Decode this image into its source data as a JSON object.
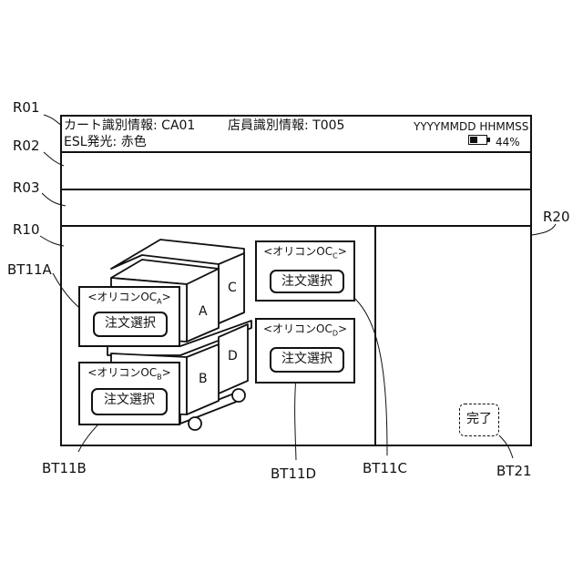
{
  "header": {
    "cart_id_label": "カート識別情報",
    "cart_id_value": "CA01",
    "staff_id_label": "店員識別情報",
    "staff_id_value": "T005",
    "datetime": "YYYYMMDD HHMMSS",
    "esl_label": "ESL発光",
    "esl_value": "赤色",
    "battery_percent_text": "44%",
    "battery_level": 0.44
  },
  "containers": [
    {
      "key": "A",
      "title_prefix": "<オリコンOC",
      "title_sub": "A",
      "title_suffix": ">",
      "button_label": "注文選択"
    },
    {
      "key": "B",
      "title_prefix": "<オリコンOC",
      "title_sub": "B",
      "title_suffix": ">",
      "button_label": "注文選択"
    },
    {
      "key": "C",
      "title_prefix": "<オリコンOC",
      "title_sub": "C",
      "title_suffix": ">",
      "button_label": "注文選択"
    },
    {
      "key": "D",
      "title_prefix": "<オリコンOC",
      "title_sub": "D",
      "title_suffix": ">",
      "button_label": "注文選択"
    }
  ],
  "cart_box_labels": {
    "A": "A",
    "B": "B",
    "C": "C",
    "D": "D"
  },
  "done_button_label": "完了",
  "callouts": {
    "R01": "R01",
    "R02": "R02",
    "R03": "R03",
    "R10": "R10",
    "R20": "R20",
    "BT11A": "BT11A",
    "BT11B": "BT11B",
    "BT11C": "BT11C",
    "BT11D": "BT11D",
    "BT21": "BT21"
  }
}
